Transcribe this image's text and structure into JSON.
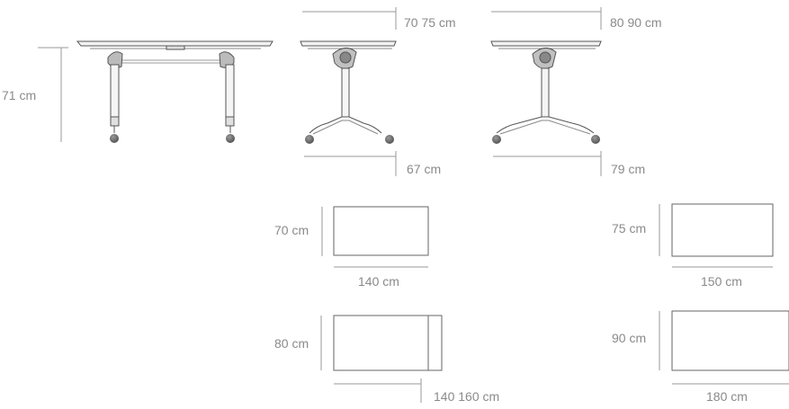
{
  "front_view": {
    "height_label": "71 cm"
  },
  "side_view_small": {
    "top_width_label": "70 75 cm",
    "base_width_label": "67 cm"
  },
  "side_view_large": {
    "top_width_label": "80 90 cm",
    "base_width_label": "79 cm"
  },
  "tops": [
    {
      "depth_label": "70 cm",
      "width_label": "140 cm"
    },
    {
      "depth_label": "75 cm",
      "width_label": "150 cm"
    },
    {
      "depth_label": "80 cm",
      "width_label": "140 160 cm"
    },
    {
      "depth_label": "90 cm",
      "width_label": "180 cm"
    }
  ]
}
